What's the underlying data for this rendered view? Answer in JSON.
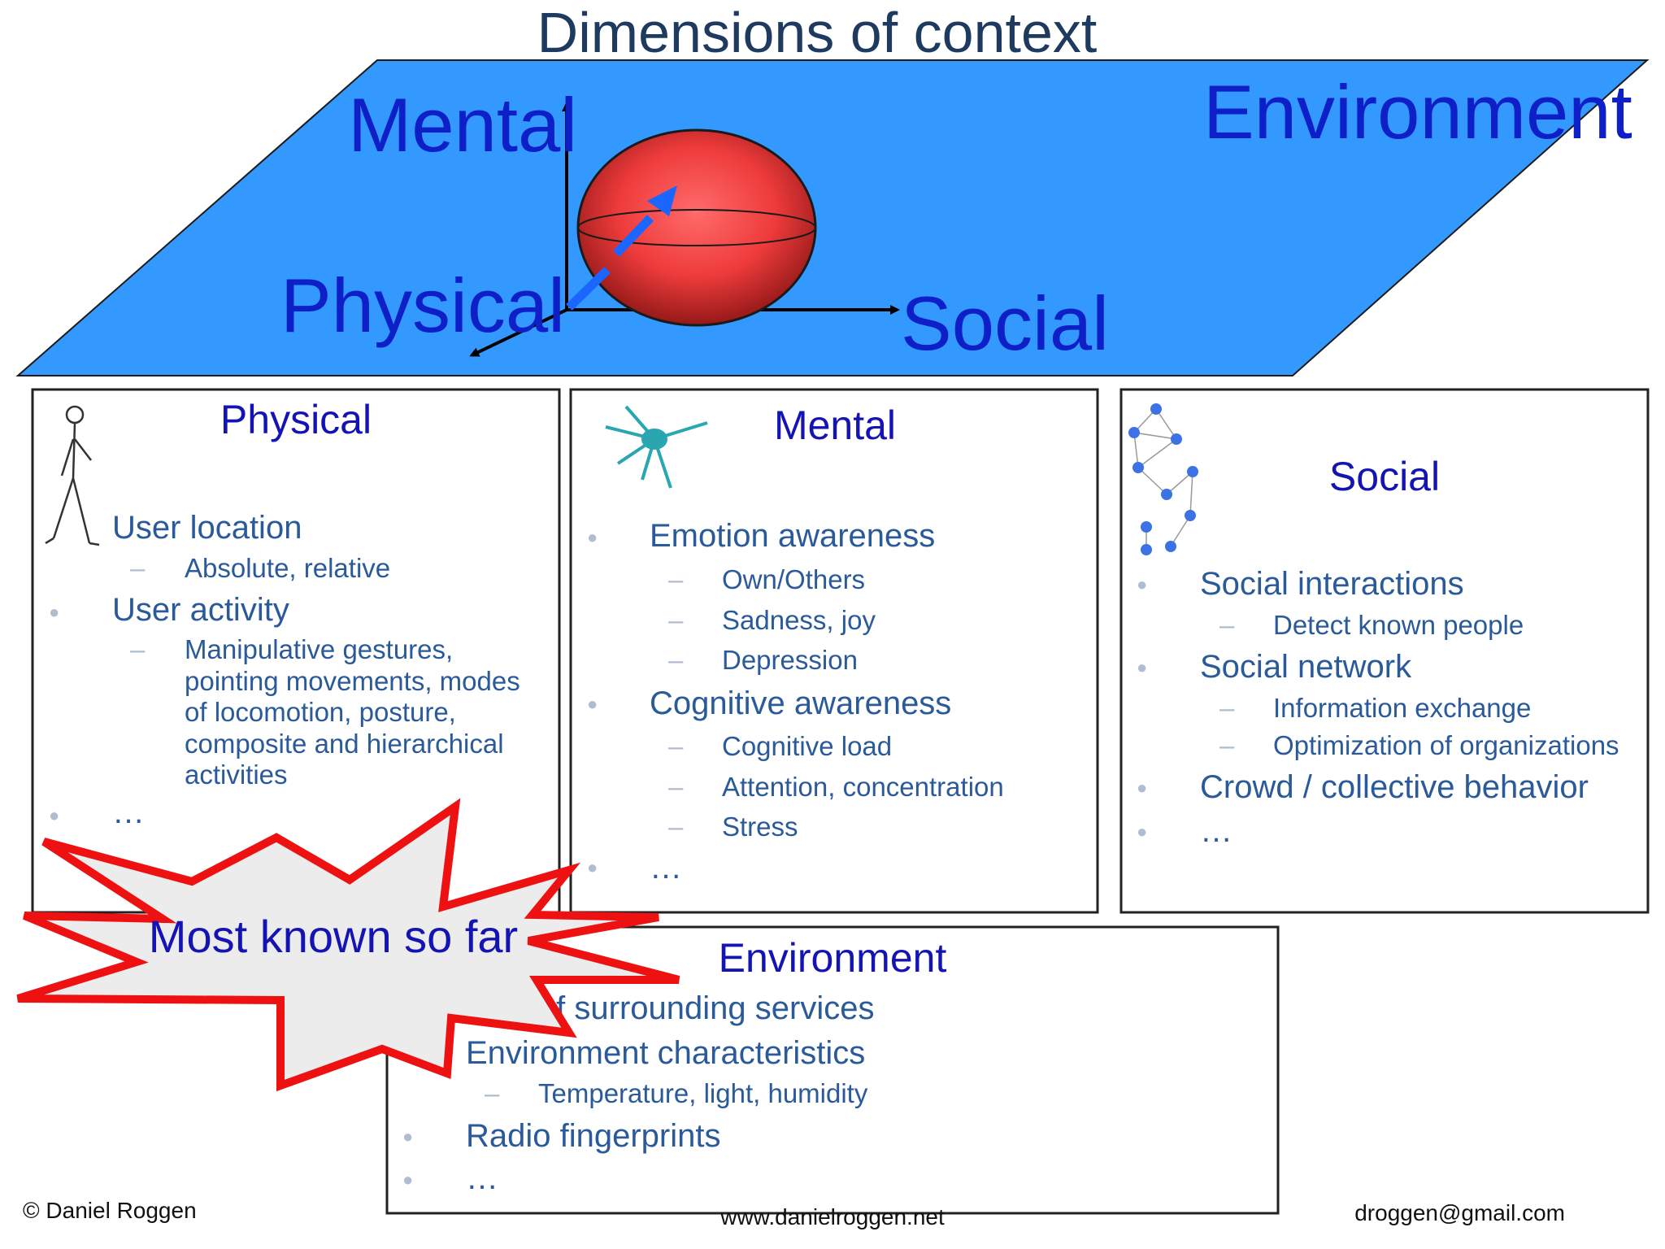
{
  "title": "Dimensions of context",
  "plane": {
    "color": "#3399ff",
    "labels": {
      "mental": "Mental",
      "physical": "Physical",
      "social": "Social",
      "environment": "Environment"
    }
  },
  "boxes": {
    "physical": {
      "heading": "Physical",
      "icon": "human-figure-icon",
      "items": [
        {
          "text": "User location",
          "subs": [
            "Absolute, relative"
          ]
        },
        {
          "text": "User activity",
          "subs": [
            "Manipulative gestures,",
            "pointing movements, modes",
            "of locomotion, posture,",
            "composite and hierarchical",
            "activities"
          ]
        },
        {
          "text": "…",
          "subs": []
        }
      ]
    },
    "mental": {
      "heading": "Mental",
      "icon": "neuron-icon",
      "items": [
        {
          "text": "Emotion awareness",
          "subs": [
            "Own/Others",
            "Sadness, joy",
            "Depression"
          ]
        },
        {
          "text": "Cognitive awareness",
          "subs": [
            "Cognitive load",
            "Attention, concentration",
            "Stress"
          ]
        },
        {
          "text": "…",
          "subs": []
        }
      ]
    },
    "social": {
      "heading": "Social",
      "icon": "network-graph-icon",
      "items": [
        {
          "text": "Social interactions",
          "subs": [
            "Detect known people"
          ]
        },
        {
          "text": "Social network",
          "subs": [
            "Information exchange",
            "Optimization of organizations"
          ]
        },
        {
          "text": "Crowd / collective behavior",
          "subs": []
        },
        {
          "text": "…",
          "subs": []
        }
      ]
    },
    "environment": {
      "heading": "Environment",
      "items": [
        {
          "text": "Map of surrounding services",
          "subs": []
        },
        {
          "text": "Environment characteristics",
          "subs": [
            "Temperature, light, humidity"
          ]
        },
        {
          "text": "Radio fingerprints",
          "subs": []
        },
        {
          "text": "…",
          "subs": []
        }
      ]
    }
  },
  "burst": {
    "text": "Most known so far",
    "stroke": "#ee1111",
    "fill": "#ececec"
  },
  "footer": {
    "copyright": "© Daniel Roggen",
    "website": "www.danielroggen.net",
    "email": "droggen@gmail.com"
  }
}
